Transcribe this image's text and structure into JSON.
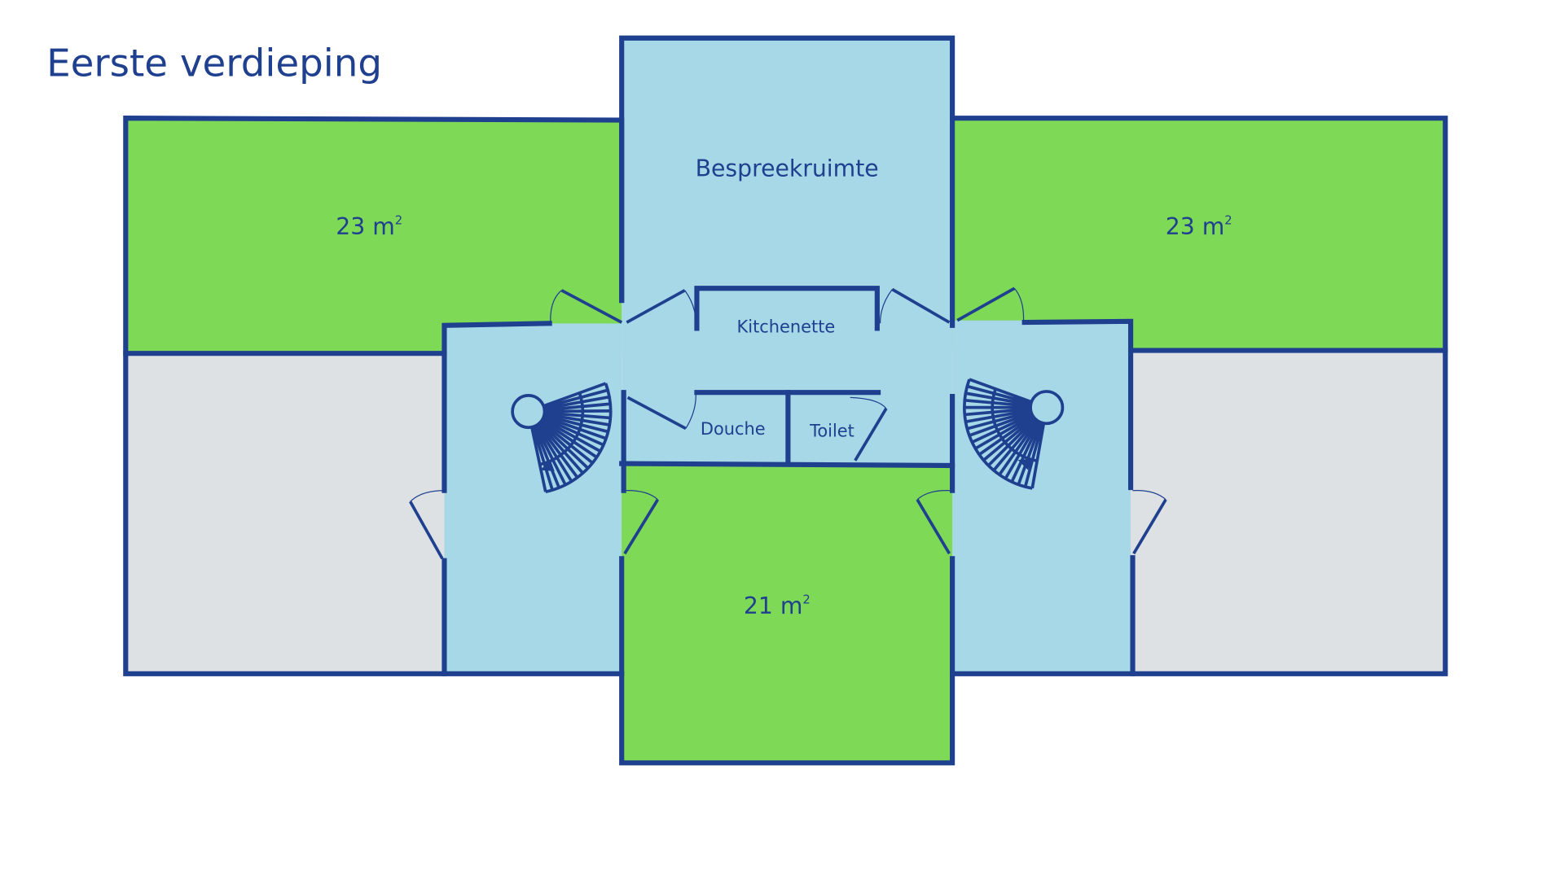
{
  "title": "Eerste verdieping",
  "rooms": {
    "meeting_room": "Bespreekruimte",
    "left_office": "23 m",
    "right_office": "23 m",
    "center_office": "21 m",
    "area_unit_superscript": "2",
    "kitchenette": "Kitchenette",
    "shower": "Douche",
    "toilet": "Toilet"
  },
  "colors": {
    "office": "#7ED957",
    "common": "#A6D8E7",
    "other": "#DDE1E4",
    "wall": "#1F3F8F"
  }
}
